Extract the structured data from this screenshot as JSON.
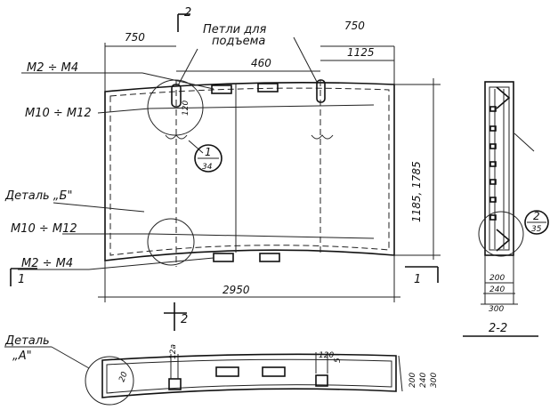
{
  "plan": {
    "section_mark_top": "2",
    "section_mark_bottom": "2",
    "section_mark_left": "1",
    "section_mark_right": "1",
    "lifting_loops_line1": "Петли для",
    "lifting_loops_line2": "подъема",
    "dim_750_left": "750",
    "dim_750_right": "750",
    "dim_460": "460",
    "dim_1125": "1125",
    "dim_2950": "2950",
    "dim_height": "1185, 1785",
    "dim_120_vertical": "120",
    "label_m2m4_top": "М2 ÷ М4",
    "label_m10m12_top": "М10 ÷ М12",
    "label_detail_b": "Деталь „Б\"",
    "label_m10m12_bottom": "М10 ÷ М12",
    "label_m2m4_bottom": "М2 ÷ М4",
    "callout1_num": "1",
    "callout1_sheet": "34"
  },
  "section": {
    "dim_200": "200",
    "dim_240": "240",
    "dim_300": "300",
    "title": "2-2",
    "callout2_num": "2",
    "callout2_sheet": "35"
  },
  "detail_a": {
    "label_line1": "Деталь",
    "label_line2": "„А\"",
    "dim_12a": "12a",
    "dim_120": "120",
    "dim_5": "5",
    "dim_200": "200",
    "dim_240": "240",
    "dim_300": "300",
    "dim_20": "20"
  }
}
